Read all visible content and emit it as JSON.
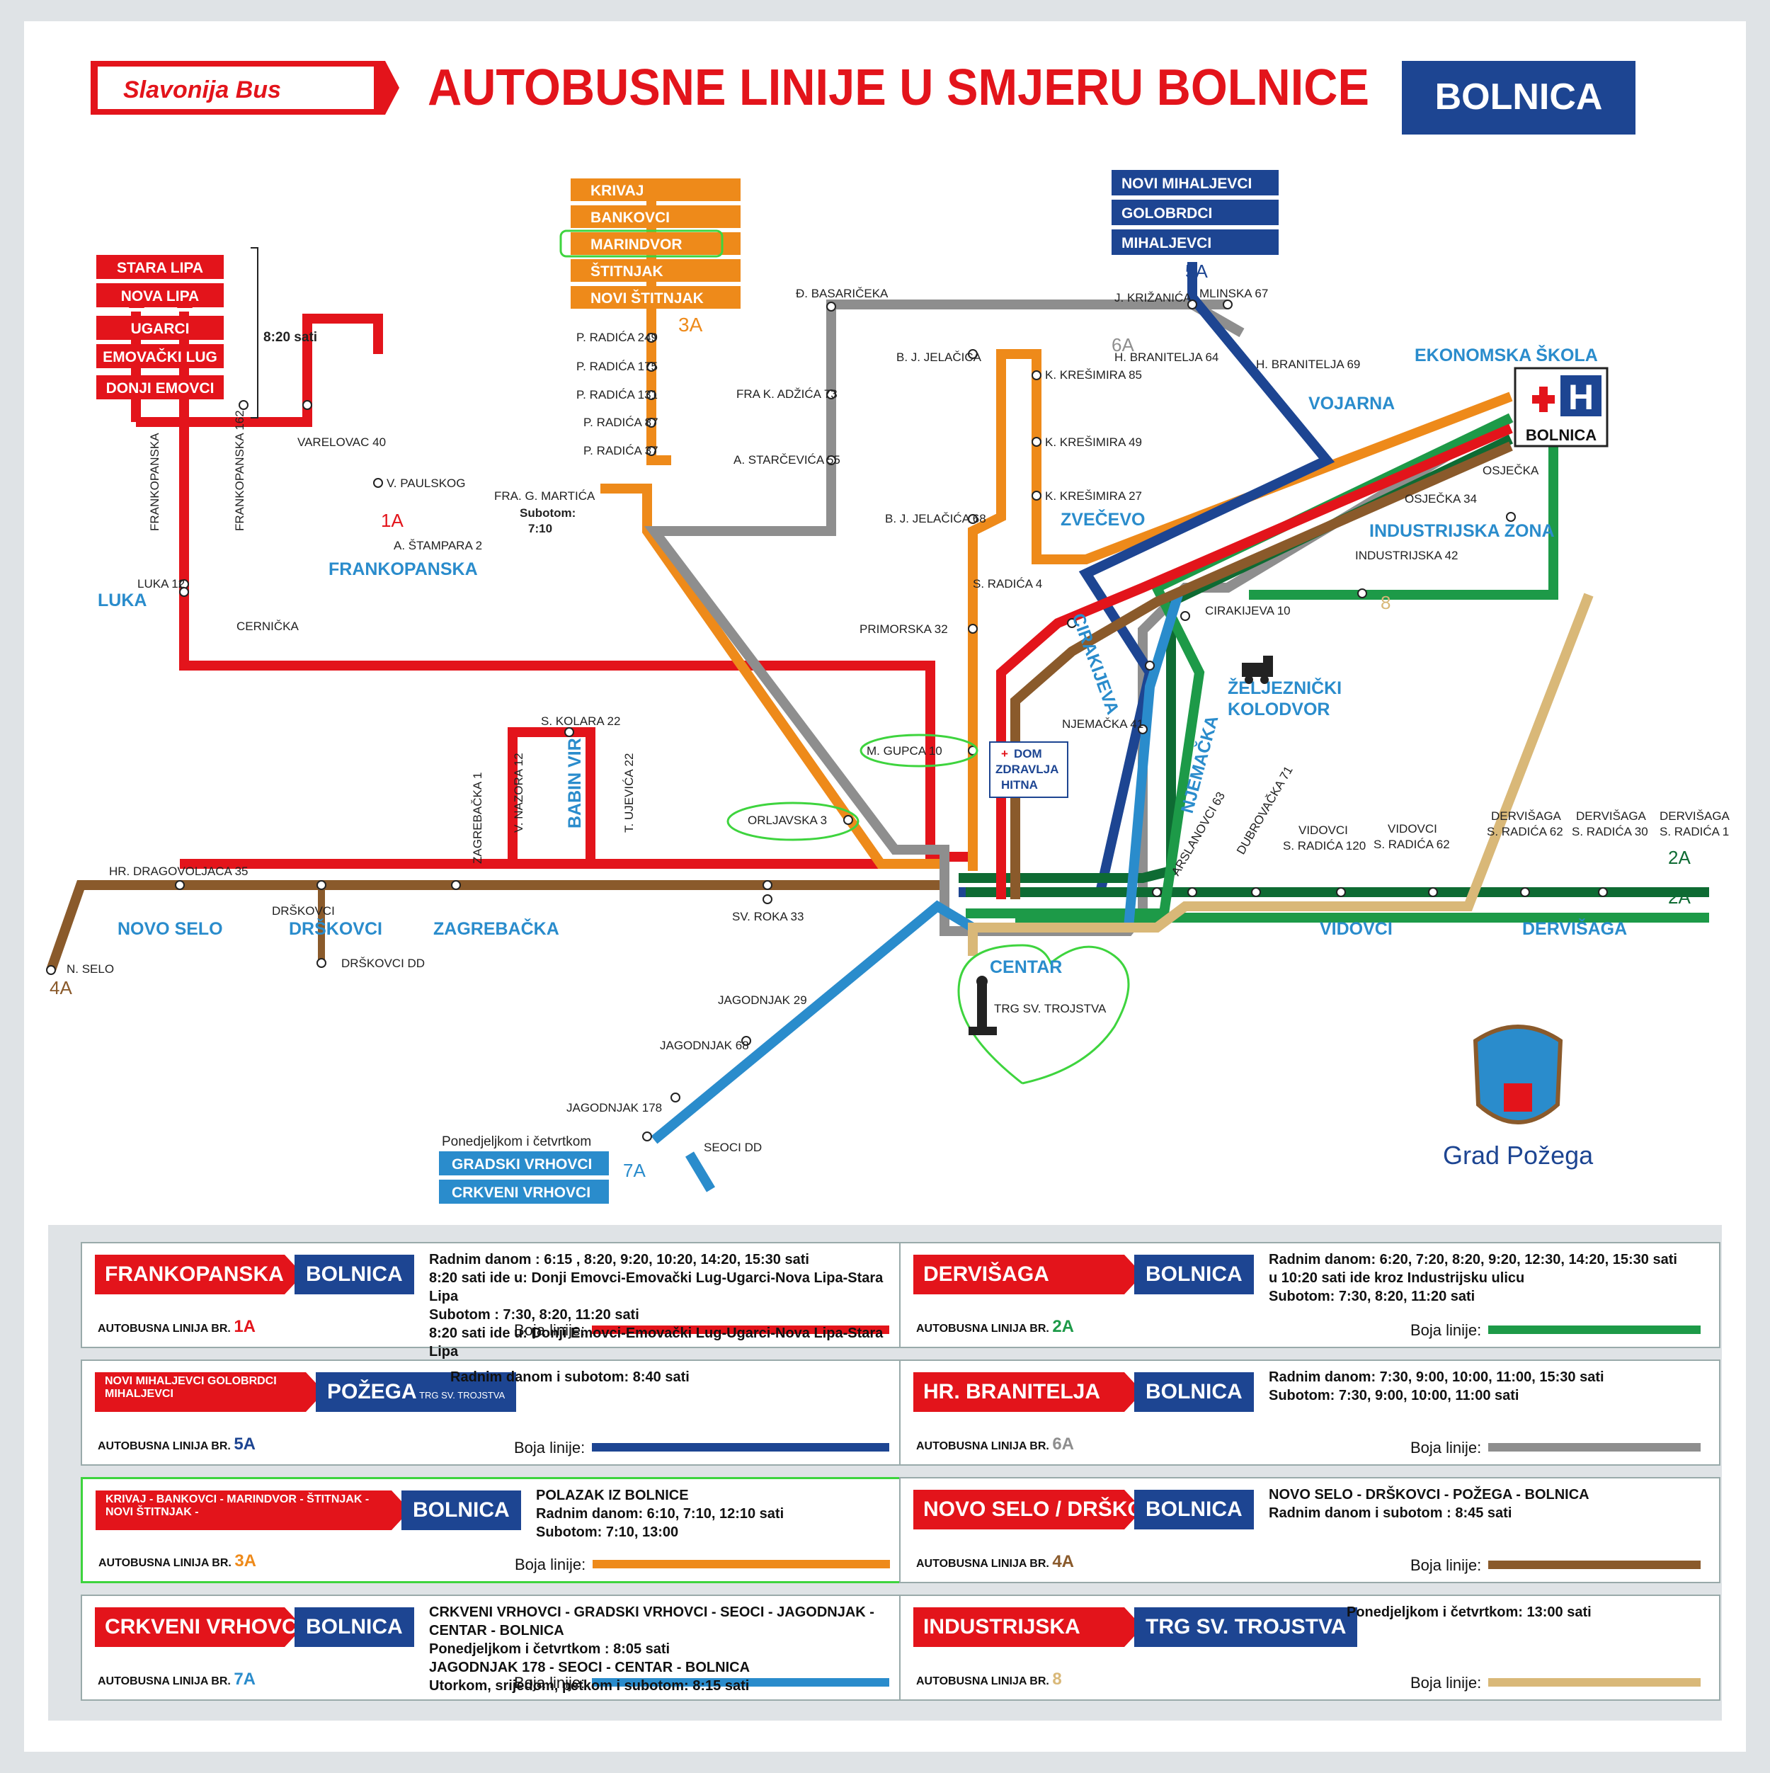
{
  "header": {
    "logo": "Slavonija Bus",
    "title": "AUTOBUSNE LINIJE U SMJERU BOLNICE",
    "badge": "BOLNICA"
  },
  "colors": {
    "red": "#e3141b",
    "blue_dark": "#1d4592",
    "orange": "#ee8a1a",
    "brown": "#8a5a2b",
    "green_dark": "#0e6b33",
    "green": "#1d9a48",
    "gray": "#8e8e8e",
    "light_blue": "#2a8ccc",
    "tan": "#d9b878",
    "sign_red": "#e3141b",
    "sign_blue": "#1d4592"
  },
  "map": {
    "line_1a": {
      "label": "1A",
      "stops": [
        "STARA LIPA",
        "NOVA LIPA",
        "UGARCI",
        "EMOVAČKI LUG",
        "DONJI EMOVCI"
      ],
      "time": "8:20 sati"
    },
    "line_3a": {
      "label": "3A",
      "stops": [
        "KRIVAJ",
        "BANKOVCI",
        "MARINDVOR",
        "ŠTITNJAK",
        "NOVI ŠTITNJAK"
      ]
    },
    "line_5a": {
      "label": "5A",
      "stops": [
        "NOVI MIHALJEVCI",
        "GOLOBRDCI",
        "MIHALJEVCI"
      ]
    },
    "line_7a": {
      "label": "7A",
      "note": "Ponedjeljkom i četvrtkom",
      "stops": [
        "GRADSKI VRHOVCI",
        "CRKVENI VRHOVCI"
      ]
    },
    "labels": {
      "l6a": "6A",
      "l4a": "4A",
      "l2a_1": "2A",
      "l2a_2": "2A",
      "l8": "8",
      "hospital": "BOLNICA",
      "ekonomska": "EKONOMSKA ŠKOLA",
      "vojarna": "VOJARNA",
      "zvecevo": "ZVEČEVO",
      "industrijska": "INDUSTRIJSKA ZONA",
      "cirakijeva": "CIRAKIJEVA",
      "njemacka": "NJEMAČKA",
      "zeljeznicki": "ŽELJEZNIČKI",
      "kolodvor": "KOLODVOR",
      "centar": "CENTAR",
      "trg": "TRG SV. TROJSTVA",
      "dom1": "DOM",
      "dom2": "ZDRAVLJA",
      "dom3": "HITNA",
      "frankopanska": "FRANKOPANSKA",
      "luka": "LUKA",
      "babin_vir": "BABIN VIR",
      "novo_selo": "NOVO SELO",
      "drskovci": "DRŠKOVCI",
      "zagrebacka": "ZAGREBAČKA",
      "vidovci": "VIDOVCI",
      "dervisaga": "DERVIŠAGA",
      "grad_pozega": "Grad Požega",
      "subotom": "Subotom:",
      "time_710": "7:10"
    },
    "stops": {
      "s_basariceka": "Đ. BASARIČEKA",
      "s_krizanica": "J. KRIŽANIĆA",
      "s_mlinska": "MLINSKA 67",
      "s_pradica249": "P. RADIĆA 249",
      "s_pradica175": "P. RADIĆA 175",
      "s_pradica131": "P. RADIĆA 131",
      "s_pradica87": "P. RADIĆA 87",
      "s_pradica37": "P. RADIĆA 37",
      "s_fragmartica": "FRA. G. MARTIĆA",
      "s_fraadzica": "FRA K. ADŽIĆA 73",
      "s_starcevica": "A. STARČEVIĆA 55",
      "s_bjelacica": "B. J. JELAČIĆA",
      "s_bjelacica68": "B. J. JELAČIĆA 68",
      "s_kresimira85": "K. KREŠIMIRA 85",
      "s_kresimira49": "K. KREŠIMIRA 49",
      "s_kresimira27": "K. KREŠIMIRA 27",
      "s_hbranitelja64": "H. BRANITELJA 64",
      "s_hbranitelja69": "H. BRANITELJA 69",
      "s_osjecka": "OSJEČKA",
      "s_osjecka34": "OSJEČKA 34",
      "s_industrijska42": "INDUSTRIJSKA 42",
      "s_sradica4": "S. RADIĆA 4",
      "s_cirakijeva10": "CIRAKIJEVA 10",
      "s_primorska32": "PRIMORSKA 32",
      "s_njemacka41": "NJEMAČKA 41",
      "s_mgupca": "M. GUPCA 10",
      "s_orljavska": "ORLJAVSKA 3",
      "s_stampara": "A. ŠTAMPARA 2",
      "s_vpaulskog": "V. PAULSKOG",
      "s_varelovac": "VARELOVAC 40",
      "s_frank": "FRANKOPANSKA",
      "s_frank162": "FRANKOPANSKA 162",
      "s_luka12": "LUKA 12",
      "s_cernicka": "CERNIČKA",
      "s_hrdragovoljaca": "HR. DRAGOVOLJACA 35",
      "s_nselo": "N. SELO",
      "s_drskovci": "DRŠKOVCI",
      "s_drskovcidd": "DRŠKOVCI DD",
      "s_zagrebacka1": "ZAGREBAČKA 1",
      "s_vnazora": "V. NAZORA 12",
      "s_skolara": "S. KOLARA 22",
      "s_tujevica": "T. UJEVIĆA 22",
      "s_svroka": "SV. ROKA 33",
      "s_jagodnjak29": "JAGODNJAK 29",
      "s_jagodnjak68": "JAGODNJAK 68",
      "s_jagodnjak178": "JAGODNJAK 178",
      "s_seocidd": "SEOCI DD",
      "s_arslanovci": "ARSLANOVCI 63",
      "s_dubrovacka": "DUBROVAČKA 71",
      "s_vidovci120a": "VIDOVCI",
      "s_vidovci120b": "S. RADIĆA 120",
      "s_vidovci62a": "VIDOVCI",
      "s_vidovci62b": "S. RADIĆA 62",
      "s_derv62a": "DERVIŠAGA",
      "s_derv62b": "S. RADIĆA 62",
      "s_derv30a": "DERVIŠAGA",
      "s_derv30b": "S. RADIĆA 30",
      "s_derv1a": "DERVIŠAGA",
      "s_derv1b": "S. RADIĆA 1"
    }
  },
  "legend": {
    "boja": "Boja linije:",
    "autobusna": "AUTOBUSNA LINIJA BR.",
    "cards": [
      {
        "from": "FRANKOPANSKA",
        "to": "BOLNICA",
        "line": "1A",
        "color": "#e3141b",
        "info": [
          "Radnim danom : 6:15 , 8:20, 9:20, 10:20, 14:20, 15:30 sati",
          "8:20 sati ide u: Donji Emovci-Emovački Lug-Ugarci-Nova Lipa-Stara Lipa",
          "Subotom : 7:30,  8:20, 11:20 sati",
          "8:20 sati ide u: Donji Emovci-Emovački Lug-Ugarci-Nova Lipa-Stara Lipa"
        ]
      },
      {
        "from": "DERVIŠAGA",
        "to": "BOLNICA",
        "line": "2A",
        "color": "#1d9a48",
        "info": [
          "Radnim  danom:  6:20, 7:20, 8:20, 9:20, 12:30, 14:20, 15:30 sati",
          "u 10:20 sati ide kroz Industrijsku ulicu",
          "Subotom: 7:30, 8:20, 11:20 sati"
        ]
      },
      {
        "from": "NOVI MIHALJEVCI GOLOBRDCI MIHALJEVCI",
        "to": "POŽEGA",
        "to_sub": "TRG SV. TROJSTVA",
        "line": "5A",
        "color": "#1d4592",
        "info": [
          "Radnim danom i subotom: 8:40 sati"
        ]
      },
      {
        "from": "HR. BRANITELJA",
        "to": "BOLNICA",
        "line": "6A",
        "color": "#8e8e8e",
        "info": [
          "Radnim  danom:  7:30, 9:00, 10:00, 11:00, 15:30 sati",
          "Subotom:  7:30, 9:00, 10:00, 11:00 sati"
        ]
      },
      {
        "from": "KRIVAJ - BANKOVCI - MARINDVOR - ŠTITNJAK - NOVI ŠTITNJAK -",
        "to": "BOLNICA",
        "line": "3A",
        "color": "#ee8a1a",
        "info": [
          "POLAZAK IZ BOLNICE",
          "Radnim danom: 6:10, 7:10, 12:10 sati",
          "Subotom: 7:10, 13:00"
        ]
      },
      {
        "from": "NOVO SELO / DRŠKOVCI",
        "to": "BOLNICA",
        "line": "4A",
        "color": "#8a5a2b",
        "info": [
          "NOVO SELO - DRŠKOVCI - POŽEGA - BOLNICA",
          "Radnim danom i subotom : 8:45 sati"
        ]
      },
      {
        "from": "CRKVENI VRHOVCI",
        "to": "BOLNICA",
        "line": "7A",
        "color": "#2a8ccc",
        "info": [
          "CRKVENI VRHOVCI - GRADSKI VRHOVCI - SEOCI - JAGODNJAK - CENTAR - BOLNICA",
          "Ponedjeljkom i četvrtkom : 8:05 sati",
          "JAGODNJAK 178  - SEOCI - CENTAR - BOLNICA",
          "Utorkom, srijedom, petkom i subotom:  8:15 sati"
        ]
      },
      {
        "from": "INDUSTRIJSKA",
        "to": "TRG SV. TROJSTVA",
        "line": "8",
        "color": "#d9b878",
        "info": [
          "Ponedjeljkom i četvrtkom: 13:00 sati"
        ]
      }
    ]
  }
}
